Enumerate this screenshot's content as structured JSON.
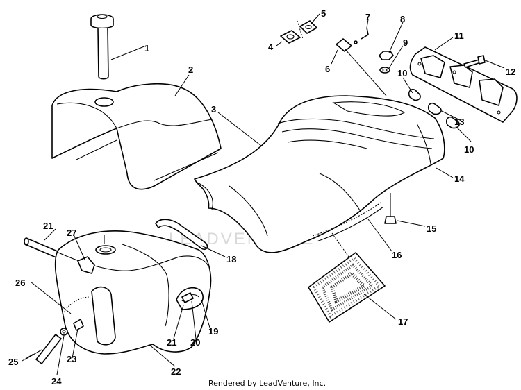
{
  "watermark": "LEADVENTURE",
  "footer": "Rendered by LeadVenture, Inc.",
  "callouts": [
    "1",
    "2",
    "3",
    "4",
    "5",
    "6",
    "7",
    "8",
    "9",
    "10",
    "10",
    "11",
    "12",
    "13",
    "14",
    "15",
    "16",
    "17",
    "18",
    "19",
    "20",
    "21",
    "21",
    "22",
    "23",
    "24",
    "25",
    "26",
    "27"
  ]
}
